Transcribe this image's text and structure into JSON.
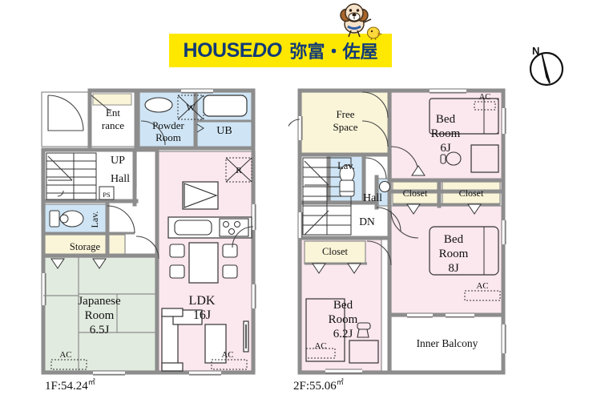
{
  "header": {
    "brand_main": "HOUSE",
    "brand_italic": "DO",
    "brand_branch": "弥富・佐屋",
    "band_color": "#ffe800",
    "brand_color": "#103a78",
    "mascot_name": "dog-mascot",
    "bird_name": "chick-mascot"
  },
  "compass": {
    "north_label": "N"
  },
  "colors": {
    "ldk_pink": "#fbe7ee",
    "tatami_green": "#e2ebdf",
    "water_blue": "#cfe5f5",
    "storage_cream": "#faf5d8",
    "wall_gray": "#9a9a9a",
    "wall_fill": "#d8d8d8",
    "white": "#ffffff"
  },
  "floor1": {
    "area_label": "1F:54.24",
    "area_unit": "㎡",
    "rooms": [
      {
        "key": "entrance",
        "label": "Ent\nrance",
        "line1": "Ent",
        "line2": "rance"
      },
      {
        "key": "powder_room",
        "line1": "Powder",
        "line2": "Room"
      },
      {
        "key": "unit_bath",
        "line1": "UB"
      },
      {
        "key": "washer",
        "line1": "W"
      },
      {
        "key": "hall",
        "line1": "Hall"
      },
      {
        "key": "stairs_up",
        "line1": "UP"
      },
      {
        "key": "pipe_shaft",
        "line1": "PS"
      },
      {
        "key": "lavatory",
        "line1": "Lav."
      },
      {
        "key": "storage",
        "line1": "Storage"
      },
      {
        "key": "japanese_room",
        "line1": "Japanese",
        "line2": "Room",
        "line3": "6.5J"
      },
      {
        "key": "ldk",
        "line1": "LDK",
        "line2": "16J"
      },
      {
        "key": "refrigerator",
        "line1": "R"
      },
      {
        "key": "ac_japanese",
        "line1": "AC"
      },
      {
        "key": "ac_ldk",
        "line1": "AC"
      }
    ]
  },
  "floor2": {
    "area_label": "2F:55.06",
    "area_unit": "㎡",
    "rooms": [
      {
        "key": "free_space",
        "line1": "Free",
        "line2": "Space"
      },
      {
        "key": "lavatory",
        "line1": "Lav."
      },
      {
        "key": "hall",
        "line1": "Hall"
      },
      {
        "key": "stairs_down",
        "line1": "DN"
      },
      {
        "key": "closet_left",
        "line1": "Closet"
      },
      {
        "key": "closet_mid",
        "line1": "Closet"
      },
      {
        "key": "closet_right",
        "line1": "Closet"
      },
      {
        "key": "bedroom_6j",
        "line1": "Bed",
        "line2": "Room",
        "line3": "6J"
      },
      {
        "key": "bedroom_8j",
        "line1": "Bed",
        "line2": "Room",
        "line3": "8J"
      },
      {
        "key": "bedroom_62j",
        "line1": "Bed",
        "line2": "Room",
        "line3": "6.2J"
      },
      {
        "key": "inner_balcony",
        "line1": "Inner Balcony"
      },
      {
        "key": "ac_6j",
        "line1": "AC"
      },
      {
        "key": "ac_8j",
        "line1": "AC"
      },
      {
        "key": "ac_62j",
        "line1": "AC"
      }
    ]
  }
}
